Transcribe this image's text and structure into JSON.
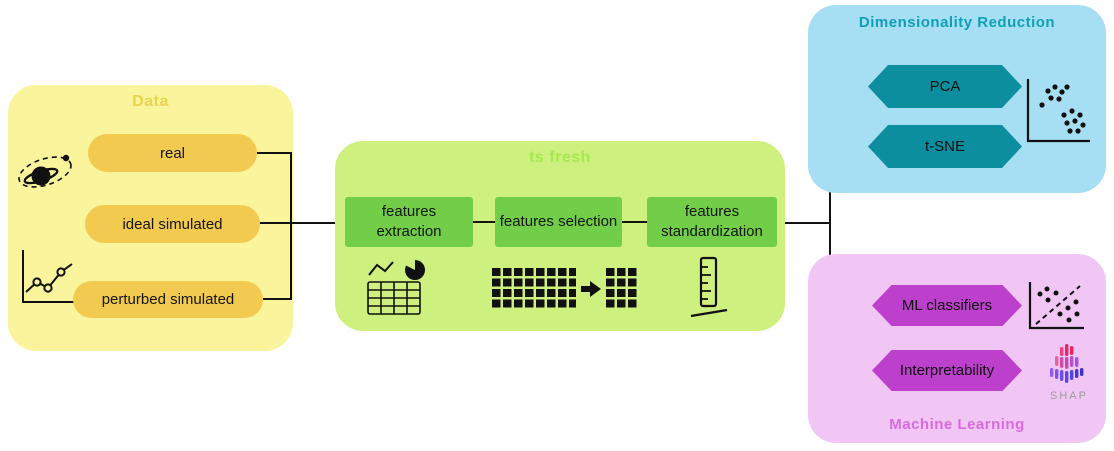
{
  "diagram": {
    "data_box": {
      "title": "Data",
      "items": [
        {
          "label": "real"
        },
        {
          "label": "ideal simulated"
        },
        {
          "label": "perturbed simulated"
        }
      ]
    },
    "tsfresh_box": {
      "title": "ts fresh",
      "steps": [
        {
          "label": "features extraction"
        },
        {
          "label": "features selection"
        },
        {
          "label": "features standardization"
        }
      ]
    },
    "dimensionality_box": {
      "title": "Dimensionality Reduction",
      "items": [
        {
          "label": "PCA"
        },
        {
          "label": "t-SNE"
        }
      ]
    },
    "ml_box": {
      "title": "Machine Learning",
      "items": [
        {
          "label": "ML classifiers"
        },
        {
          "label": "Interpretability"
        }
      ],
      "shap_label": "SHAP"
    },
    "icons": {
      "planet": "saturn-orbit-icon",
      "timeseries": "line-chart-icon",
      "extraction": "table-with-charts-icon",
      "selection": "matrix-reduction-icon",
      "standardization": "ruler-icon",
      "clusters": "scatter-clusters-icon",
      "classifier": "scatter-classifier-icon",
      "shap": "shap-logo-icon"
    },
    "colors": {
      "data_bg": "#FAF49D",
      "data_node": "#F2CA4F",
      "data_title": "#E9D44B",
      "tsfresh_bg": "#CDF07F",
      "tsfresh_node": "#72CE49",
      "tsfresh_title": "#A5E94C",
      "dimred_bg": "#A6DEF4",
      "dimred_node": "#0D8E9E",
      "dimred_title": "#0FA0B5",
      "ml_bg": "#F1C6F5",
      "ml_node": "#BC40CC",
      "ml_title": "#D76ADF",
      "connector": "#111111"
    }
  }
}
